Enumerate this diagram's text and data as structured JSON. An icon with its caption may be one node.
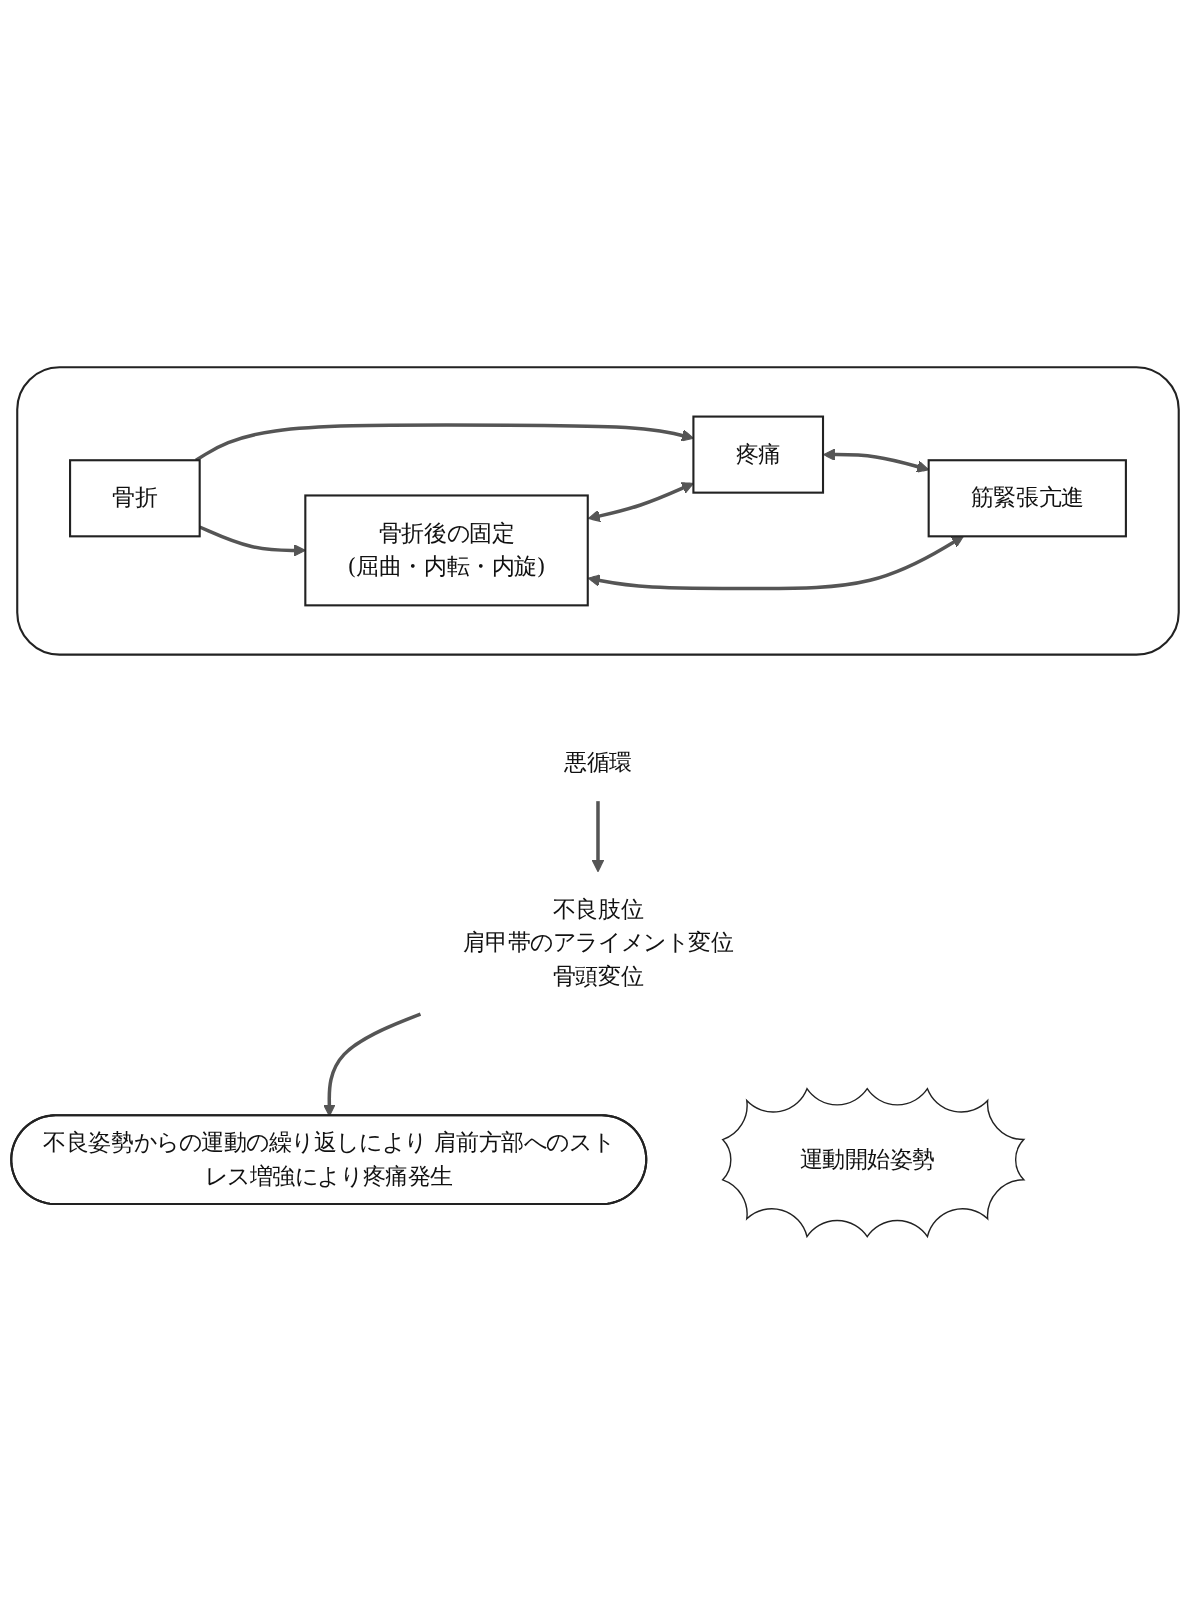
{
  "diagram": {
    "nodes": [
      {
        "text": [],
        "shape": "cloud"
      },
      {
        "text": [
          "骨折"
        ],
        "in": 0
      },
      {
        "text": [
          "疼痛"
        ],
        "in": 0
      },
      {
        "text": [
          "骨折後の固定",
          "(屈曲・内転・内旋)"
        ],
        "in": 0
      },
      {
        "text": [
          "筋緊張亢進"
        ],
        "in": 0
      },
      {
        "text": [
          "悪循環"
        ]
      },
      {
        "text": [
          "不良肢位",
          "肩甲帯のアライメント変位",
          "骨頭変位"
        ]
      },
      {
        "text": [
          "運動開始姿勢"
        ]
      },
      {
        "text": [
          "不良姿勢からの運動の繰り返しにより 肩前方部へのストレス増強により疼痛発生"
        ]
      }
    ],
    "edges": [
      {
        "from": 1,
        "to": 2,
        "arrow": "to"
      },
      {
        "from": 1,
        "to": 3,
        "arrow": "to"
      },
      {
        "from": 3,
        "to": 2,
        "arrow": "both"
      },
      {
        "from": 2,
        "to": 4,
        "arrow": "both"
      },
      {
        "from": 3,
        "to": 4,
        "arrow": "both"
      },
      {
        "from": 5,
        "to": 6,
        "arrow": "to"
      },
      {
        "from": 6,
        "to": 8,
        "arrow": "to"
      }
    ]
  }
}
